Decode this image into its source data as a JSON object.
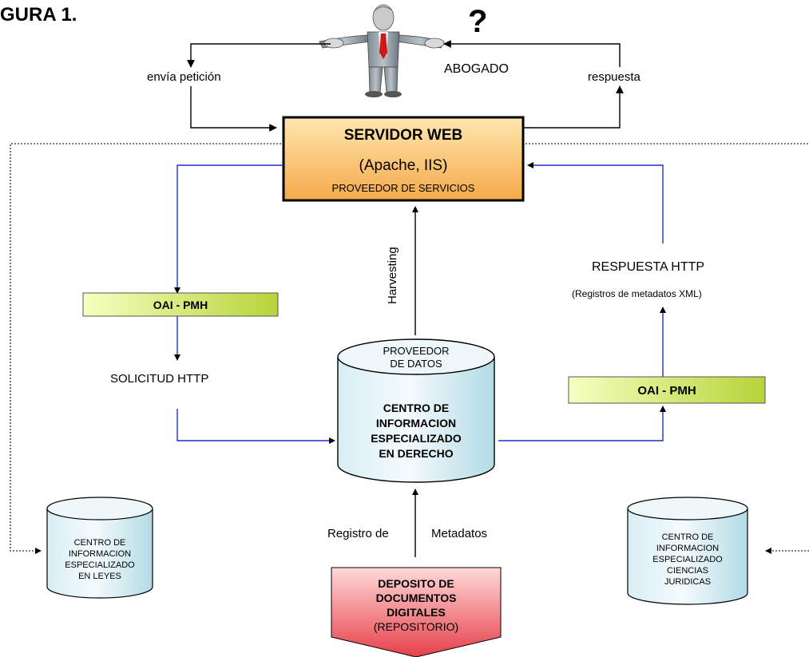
{
  "figure_label": "GURA 1.",
  "question_mark": "?",
  "user": {
    "label": "ABOGADO"
  },
  "edges": {
    "request": "envía petición",
    "response": "respuesta",
    "harvesting": "Harvesting",
    "http_response": "RESPUESTA HTTP",
    "http_response_detail": "(Registros de metadatos XML)",
    "http_request": "SOLICITUD HTTP",
    "registro": "Registro de",
    "metadatos": "Metadatos"
  },
  "server": {
    "title": "SERVIDOR WEB",
    "subtitle": "(Apache, IIS)",
    "role": "PROVEEDOR DE SERVICIOS"
  },
  "oai_left": "OAI - PMH",
  "oai_right": "OAI - PMH",
  "data_provider": {
    "cap_lines": [
      "PROVEEDOR",
      "DE DATOS"
    ],
    "body_lines": [
      "CENTRO DE",
      "INFORMACION",
      "ESPECIALIZADO",
      "EN DERECHO"
    ]
  },
  "left_center": {
    "lines": [
      "CENTRO DE",
      "INFORMACION",
      "ESPECIALIZADO",
      "EN LEYES"
    ]
  },
  "right_center": {
    "lines": [
      "CENTRO DE",
      "INFORMACION",
      "ESPECIALIZADO",
      "CIENCIAS",
      "JURIDICAS"
    ]
  },
  "repository": {
    "lines": [
      "DEPOSITO DE",
      "DOCUMENTOS",
      "DIGITALES"
    ],
    "sub": "(REPOSITORIO)"
  },
  "colors": {
    "server_top": "#ffe7b0",
    "server_bottom": "#f5a94a",
    "oai_left": "#f6ffc0",
    "oai_right": "#b6d43a",
    "cylinder_light": "#eef8fb",
    "cylinder_dark": "#b9dfe8",
    "repo_top": "#ffd4d4",
    "repo_bottom": "#e8444c",
    "blue_line": "#1f2fd0"
  }
}
